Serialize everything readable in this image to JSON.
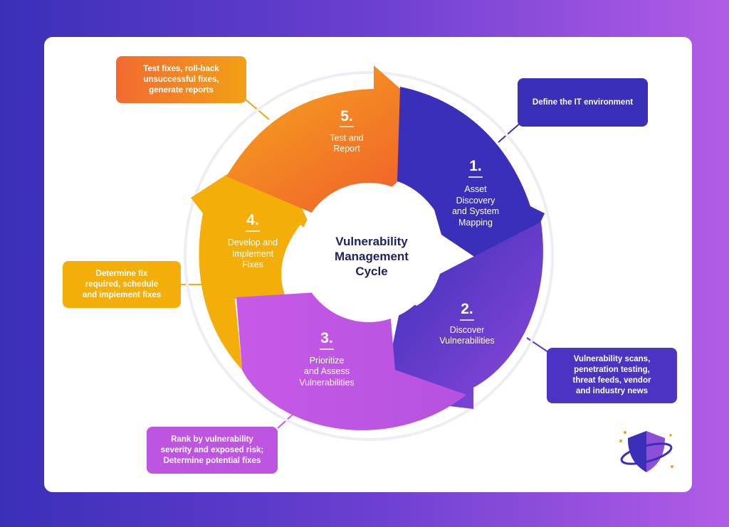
{
  "diagram": {
    "center_title": [
      "Vulnerability",
      "Management",
      "Cycle"
    ],
    "stages": [
      {
        "number": "1.",
        "label": [
          "Asset",
          "Discovery",
          "and System",
          "Mapping"
        ],
        "color": "#3a2fb8",
        "description": "Define the IT environment"
      },
      {
        "number": "2.",
        "label": [
          "Discover",
          "Vulnerabilities"
        ],
        "color": "#5a36c8",
        "description": "Vulnerability scans, penetration testing, threat feeds, vendor and industry news"
      },
      {
        "number": "3.",
        "label": [
          "Prioritize",
          "and Assess",
          "Vulnerabilities"
        ],
        "color": "#c45ae6",
        "description": "Rank by vulnerability severity and exposed risk; Determine potential fixes"
      },
      {
        "number": "4.",
        "label": [
          "Develop and",
          "Implement",
          "Fixes"
        ],
        "color": "#f4ae0a",
        "description": "Determine fix required, schedule and implement fixes"
      },
      {
        "number": "5.",
        "label": [
          "Test and",
          "Report"
        ],
        "color": "#f27a2a",
        "description": "Test fixes, roll-back unsuccessful fixes, generate reports"
      }
    ]
  },
  "boxes": {
    "step5": [
      "Test fixes, roll-back",
      "unsuccessful fixes,",
      "generate reports"
    ],
    "step1": [
      "Define the IT environment"
    ],
    "step4": [
      "Determine fix",
      "required, schedule",
      "and implement fixes"
    ],
    "step2": [
      "Vulnerability scans,",
      "penetration testing,",
      "threat feeds, vendor",
      "and industry news"
    ],
    "step3": [
      "Rank by vulnerability",
      "severity and exposed risk;",
      "Determine potential fixes"
    ]
  },
  "logo": {
    "icon": "shield-orbit-icon"
  }
}
